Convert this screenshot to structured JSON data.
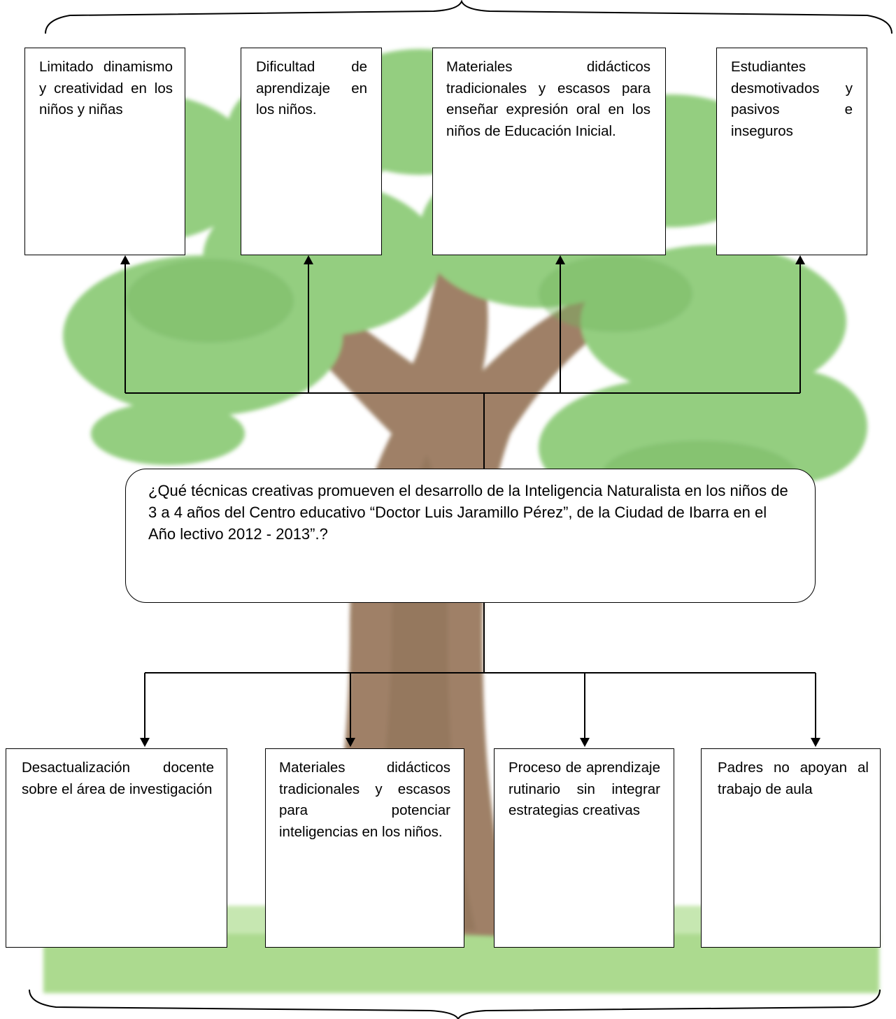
{
  "effects": [
    "Limitado dinamismo y creatividad en los niños y niñas",
    "Dificultad de aprendizaje en los niños.",
    "Materiales didácticos tradicionales y escasos para enseñar expresión oral en los niños de Educación Inicial.",
    "Estudiantes desmotivados y pasivos e inseguros"
  ],
  "problem": "¿Qué técnicas creativas promueven el desarrollo de la Inteligencia Naturalista en los niños de 3 a 4 años del Centro educativo  “Doctor Luis Jaramillo Pérez”, de la Ciudad de  Ibarra en el Año lectivo 2012 - 2013”.?",
  "causes": [
    "Desactualización docente sobre el área de investigación",
    "Materiales didácticos tradicionales y escasos para potenciar inteligencias en los niños.",
    "Proceso de aprendizaje rutinario sin integrar estrategias creativas",
    "Padres no apoyan al trabajo de aula"
  ],
  "colors": {
    "foliage": "#8fcc7a",
    "foliage_dark": "#6fb35a",
    "trunk": "#9a7a5e",
    "trunk_dark": "#7e614a",
    "grass": "#a8d98a",
    "lines": "#000000"
  }
}
